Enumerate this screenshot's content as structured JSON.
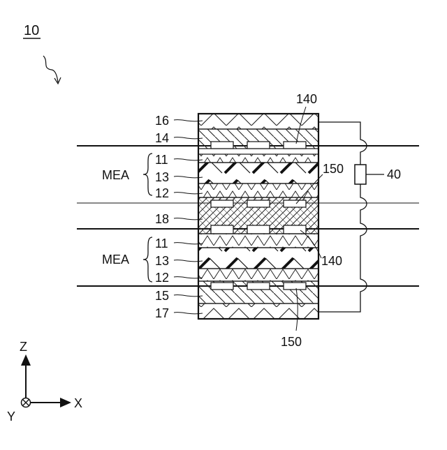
{
  "figure_number": "10",
  "axes": {
    "z_label": "Z",
    "x_label": "X",
    "y_label": "Y"
  },
  "left_labels": {
    "l16": "16",
    "l14": "14",
    "mea_top": "MEA",
    "l11a": "11",
    "l13a": "13",
    "l12a": "12",
    "l18": "18",
    "mea_bottom": "MEA",
    "l11b": "11",
    "l13b": "13",
    "l12b": "12",
    "l15": "15",
    "l17": "17"
  },
  "right_labels": {
    "l140_top": "140",
    "l150_top": "150",
    "l40": "40",
    "l140_mid": "140",
    "l150_bottom": "150"
  }
}
